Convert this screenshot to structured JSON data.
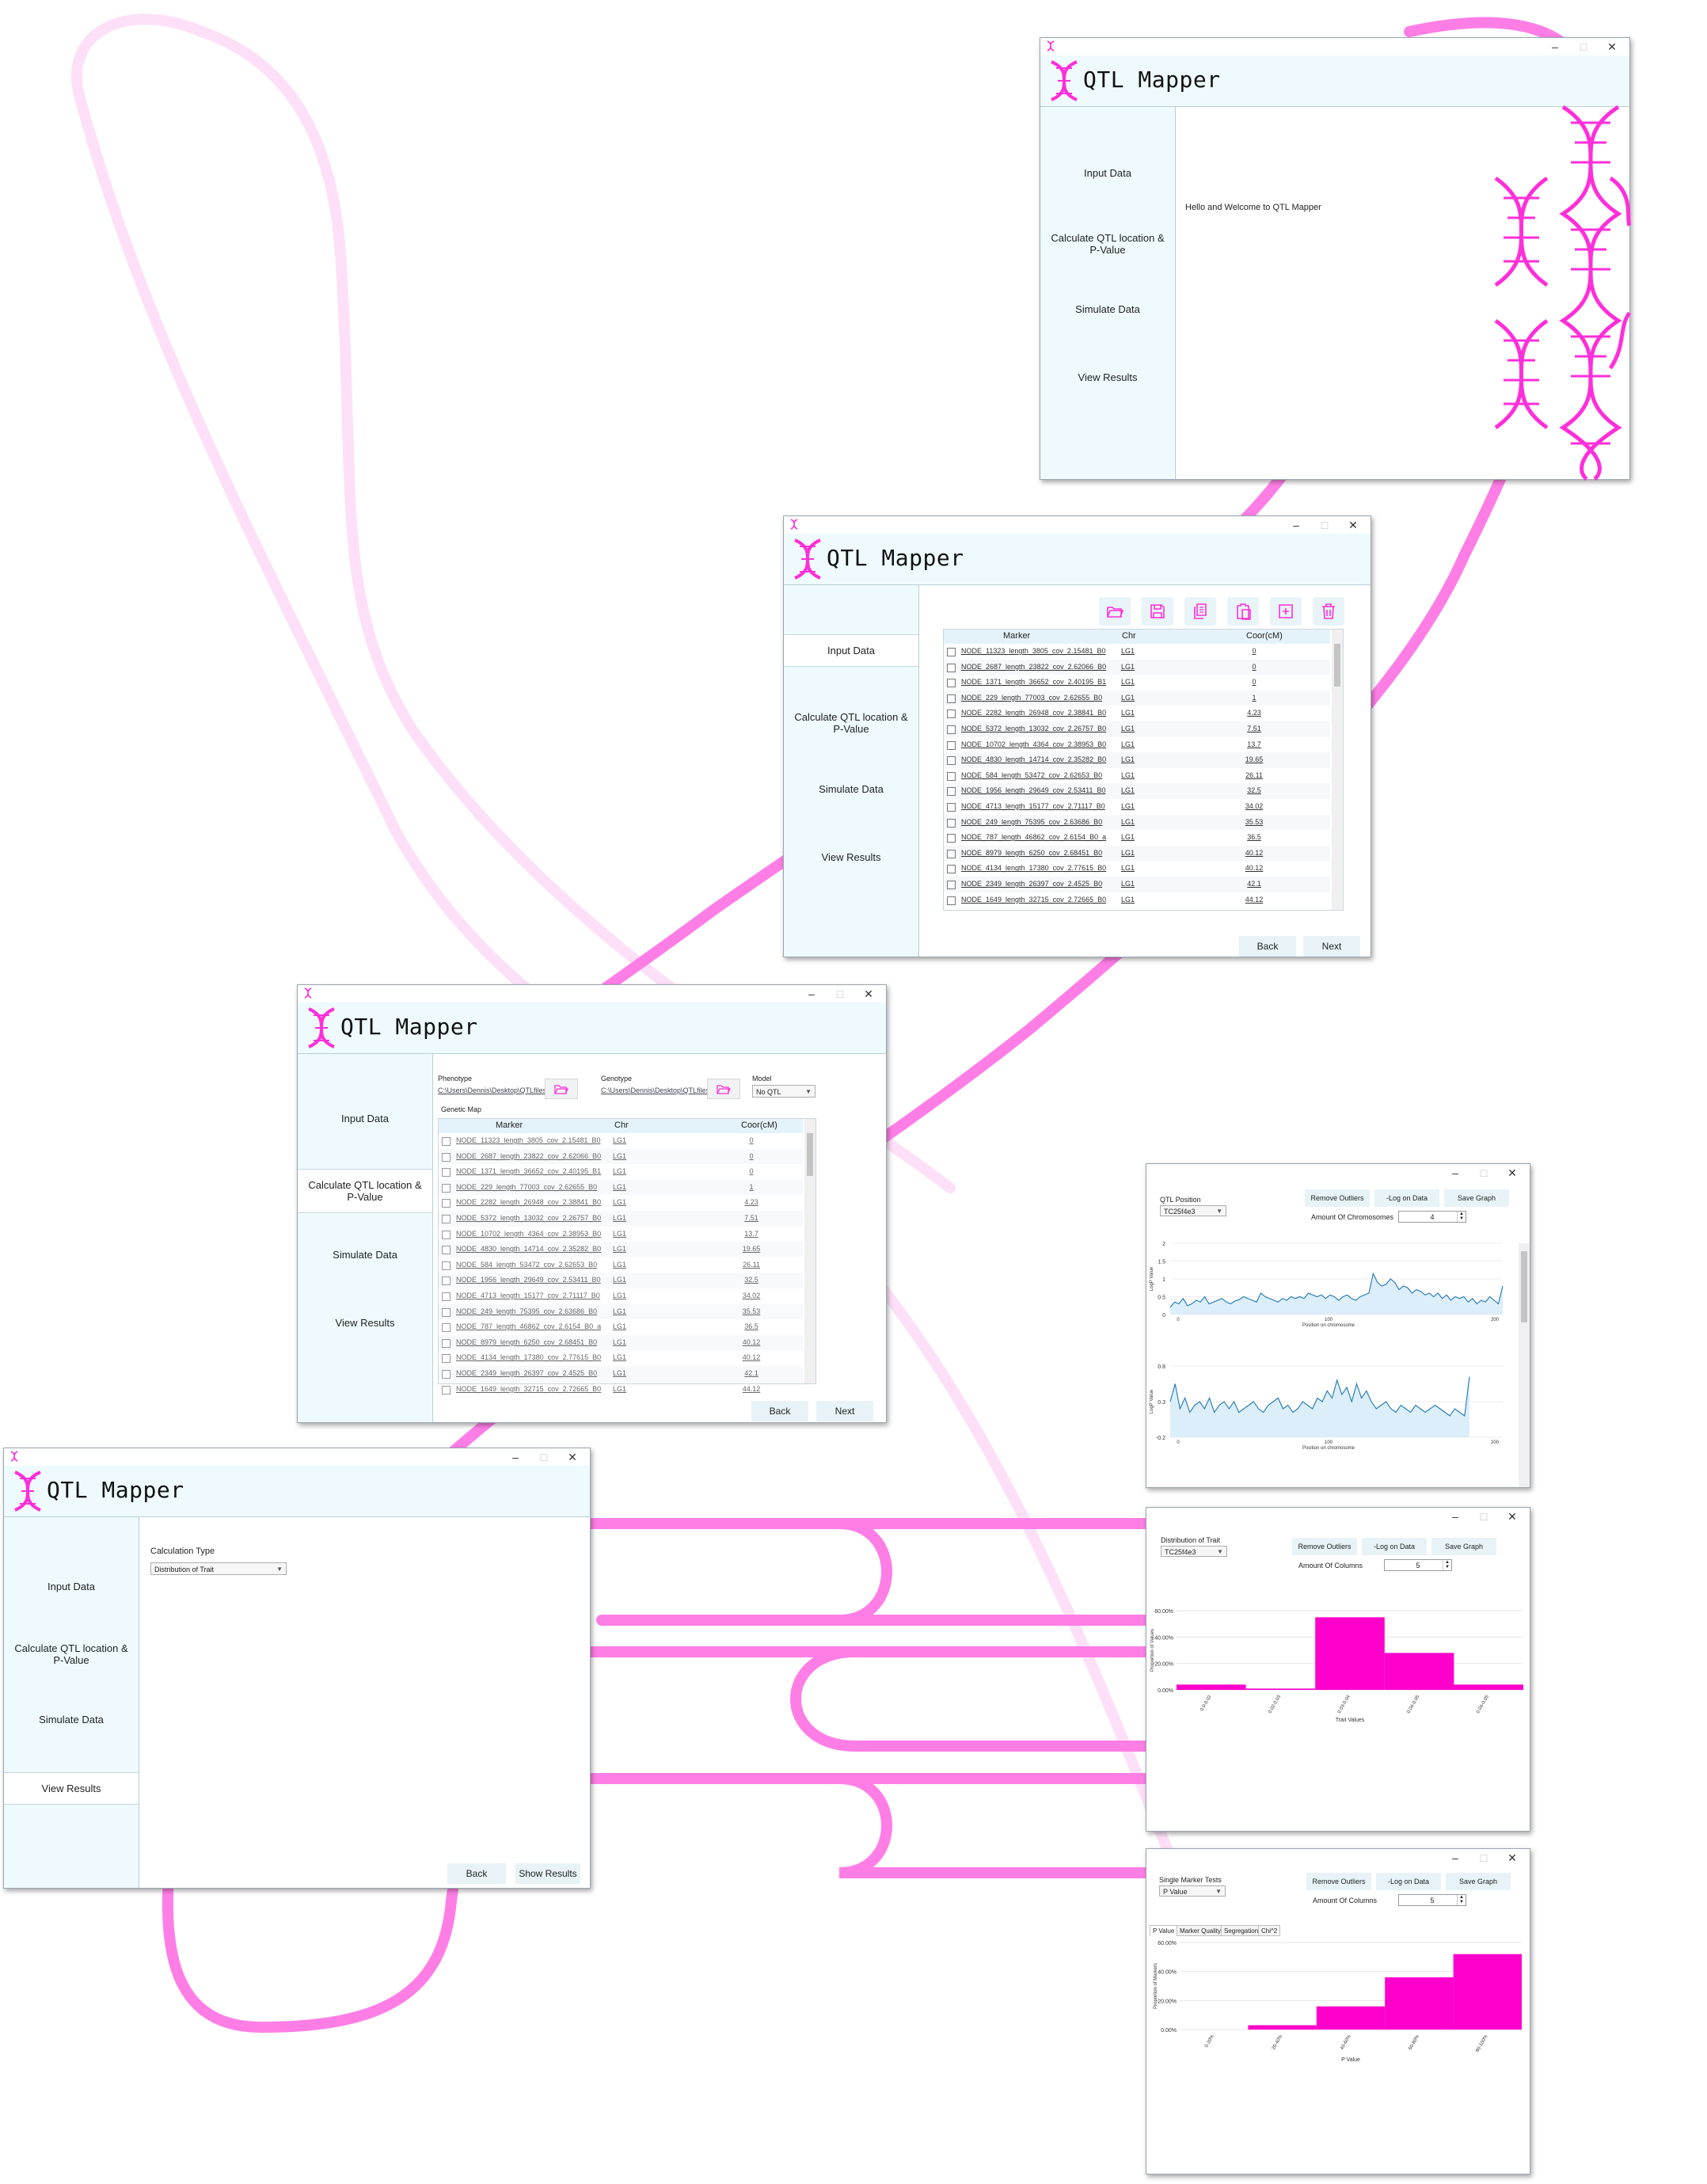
{
  "app_title": "QTL Mapper",
  "colors": {
    "accent": "#ff2fd9",
    "loop": "#ff7ee6",
    "panel": "#eefafd"
  },
  "sidebar": {
    "input_data": "Input Data",
    "calc_line1": "Calculate QTL location &",
    "calc_line2": "P-Value",
    "simulate": "Simulate Data",
    "view_results": "View Results"
  },
  "welcome": {
    "message": "Hello and Welcome to QTL Mapper"
  },
  "buttons": {
    "back": "Back",
    "next": "Next",
    "show_results": "Show Results",
    "remove_outliers": "Remove Outliers",
    "log_on_data": "-Log on Data",
    "save_graph": "Save Graph"
  },
  "toolbar_icons": [
    "folder-open-icon",
    "save-icon",
    "copy-icon",
    "paste-icon",
    "add-icon",
    "delete-icon"
  ],
  "table": {
    "headers": {
      "marker": "Marker",
      "chr": "Chr",
      "coor": "Coor(cM)"
    },
    "rows": [
      {
        "marker": "NODE_11323_length_3805_cov_2.15481_B0",
        "chr": "LG1",
        "coor": "0"
      },
      {
        "marker": "NODE_2687_length_23822_cov_2.62066_B0",
        "chr": "LG1",
        "coor": "0"
      },
      {
        "marker": "NODE_1371_length_36652_cov_2.40195_B1",
        "chr": "LG1",
        "coor": "0"
      },
      {
        "marker": "NODE_229_length_77003_cov_2.62655_B0",
        "chr": "LG1",
        "coor": "1"
      },
      {
        "marker": "NODE_2282_length_26948_cov_2.38841_B0",
        "chr": "LG1",
        "coor": "4.23"
      },
      {
        "marker": "NODE_5372_length_13032_cov_2.26757_B0",
        "chr": "LG1",
        "coor": "7.51"
      },
      {
        "marker": "NODE_10702_length_4364_cov_2.38953_B0",
        "chr": "LG1",
        "coor": "13.7"
      },
      {
        "marker": "NODE_4830_length_14714_cov_2.35282_B0",
        "chr": "LG1",
        "coor": "19.65"
      },
      {
        "marker": "NODE_584_length_53472_cov_2.62653_B0",
        "chr": "LG1",
        "coor": "26.11"
      },
      {
        "marker": "NODE_1956_length_29649_cov_2.53411_B0",
        "chr": "LG1",
        "coor": "32.5"
      },
      {
        "marker": "NODE_4713_length_15177_cov_2.71117_B0",
        "chr": "LG1",
        "coor": "34.02"
      },
      {
        "marker": "NODE_249_length_75395_cov_2.63686_B0",
        "chr": "LG1",
        "coor": "35.53"
      },
      {
        "marker": "NODE_787_length_46862_cov_2.6154_B0_a",
        "chr": "LG1",
        "coor": "36.5"
      },
      {
        "marker": "NODE_8979_length_6250_cov_2.68451_B0",
        "chr": "LG1",
        "coor": "40.12"
      },
      {
        "marker": "NODE_4134_length_17380_cov_2.77615_B0",
        "chr": "LG1",
        "coor": "40.12"
      },
      {
        "marker": "NODE_2349_length_26397_cov_2.4525_B0",
        "chr": "LG1",
        "coor": "42.1"
      },
      {
        "marker": "NODE_1649_length_32715_cov_2.72665_B0",
        "chr": "LG1",
        "coor": "44.12"
      }
    ]
  },
  "input_form": {
    "phenotype_label": "Phenotype",
    "phenotype_path": "C:\\Users\\Dennis\\Desktop\\QTLfiles",
    "genotype_label": "Genotype",
    "genotype_path": "C:\\Users\\Dennis\\Desktop\\QTLfiles",
    "model_label": "Model",
    "model_value": "No QTL",
    "genetic_map_label": "Genetic Map"
  },
  "calc_form": {
    "label": "Calculation Type",
    "value": "Distribution of Trait"
  },
  "qtl_position": {
    "label": "QTL Position",
    "select": "TC25f4e3",
    "amount_label": "Amount Of Chromosomes",
    "amount": "4",
    "chart_data": {
      "type": "line",
      "x_label": "Position on chromosome",
      "y_label": "LogP Value",
      "charts": [
        {
          "xlim": [
            0,
            200
          ],
          "y_ticks": [
            "2",
            "1.5",
            "1",
            "0.5",
            "0"
          ],
          "x_ticks": [
            "0",
            "100",
            "200"
          ],
          "y": [
            0.2,
            0.35,
            0.3,
            0.45,
            0.25,
            0.3,
            0.4,
            0.35,
            0.5,
            0.3,
            0.35,
            0.4,
            0.45,
            0.35,
            0.3,
            0.38,
            0.42,
            0.5,
            0.45,
            0.4,
            0.35,
            0.6,
            0.5,
            0.45,
            0.4,
            0.35,
            0.45,
            0.4,
            0.5,
            0.45,
            0.5,
            0.45,
            0.6,
            0.55,
            0.5,
            0.55,
            0.45,
            0.55,
            0.5,
            0.4,
            0.5,
            0.55,
            0.45,
            0.4,
            0.5,
            0.55,
            0.6,
            1.15,
            0.9,
            0.8,
            0.85,
            1.0,
            0.9,
            0.7,
            0.8,
            0.75,
            0.6,
            0.7,
            0.65,
            0.55,
            0.6,
            0.5,
            0.6,
            0.45,
            0.55,
            0.4,
            0.5,
            0.45,
            0.5,
            0.35,
            0.45,
            0.3,
            0.4,
            0.35,
            0.5,
            0.4,
            0.3,
            0.8
          ]
        },
        {
          "xlim": [
            0,
            200
          ],
          "y_ticks": [
            "0.8",
            "0.3",
            "-0.2"
          ],
          "x_ticks": [
            "0",
            "100",
            "200"
          ],
          "y": [
            0.3,
            0.55,
            0.2,
            0.35,
            0.15,
            0.25,
            0.3,
            0.2,
            0.35,
            0.15,
            0.25,
            0.3,
            0.2,
            0.3,
            0.15,
            0.2,
            0.25,
            0.3,
            0.2,
            0.15,
            0.25,
            0.3,
            0.35,
            0.2,
            0.25,
            0.15,
            0.2,
            0.3,
            0.25,
            0.2,
            0.35,
            0.3,
            0.45,
            0.35,
            0.6,
            0.4,
            0.5,
            0.3,
            0.55,
            0.35,
            0.45,
            0.3,
            0.2,
            0.25,
            0.3,
            0.2,
            0.15,
            0.25,
            0.2,
            0.15,
            0.25,
            0.2,
            0.15,
            0.2,
            0.25,
            0.2,
            0.15,
            0.1,
            0.2,
            0.15,
            0.1,
            0.65
          ]
        }
      ]
    }
  },
  "trait_dist": {
    "label": "Distribution of Trait",
    "select": "TC25f4e3",
    "amount_label": "Amount Of Columns",
    "amount": "5",
    "chart_data": {
      "type": "bar",
      "x_label": "Trait Values",
      "y_label": "Proportion of Values",
      "y_ticks": [
        "60.00%",
        "40.00%",
        "20.00%",
        "0.00%"
      ],
      "categories": [
        "0.0-0.02",
        "0.02-0.03",
        "0.03-0.04",
        "0.04-0.05",
        "0.04-0.05"
      ],
      "values": [
        0.04,
        0.01,
        0.55,
        0.28,
        0.04
      ],
      "ylim": [
        0,
        0.6
      ]
    }
  },
  "single_marker": {
    "label": "Single Marker Tests",
    "select": "P Value",
    "amount_label": "Amount Of Columns",
    "amount": "5",
    "tabs": [
      "P Value",
      "Marker Quality",
      "Segregation",
      "Chi^2"
    ],
    "chart_data": {
      "type": "bar",
      "x_label": "P Value",
      "y_label": "Proportion of Markers",
      "y_ticks": [
        "60.00%",
        "40.00%",
        "20.00%",
        "0.00%"
      ],
      "categories": [
        "0-20%",
        "20-40%",
        "40-60%",
        "60-80%",
        "80-100%"
      ],
      "values": [
        0.0,
        0.03,
        0.16,
        0.36,
        0.52
      ],
      "ylim": [
        0,
        0.6
      ]
    }
  }
}
